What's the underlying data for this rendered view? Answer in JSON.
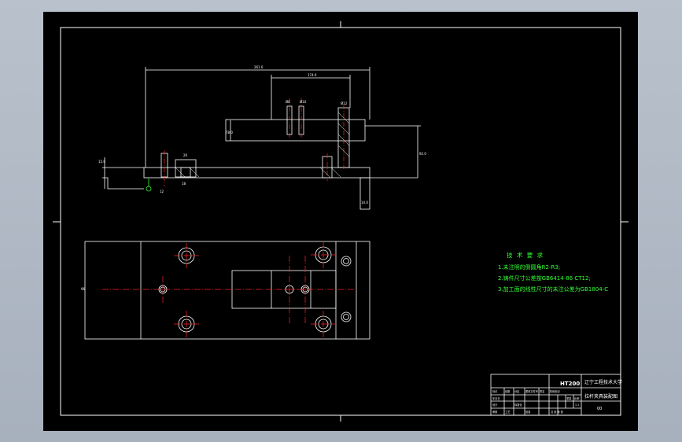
{
  "drawing": {
    "background": "#000000",
    "line_color": "#ffffff",
    "center_color": "#ff2222",
    "note_color": "#33ff33",
    "dims": {
      "overall_width": "261.0",
      "inner_width": "174.0",
      "left_height": "78.0",
      "right_height": "92.0",
      "hole_d1": "Ø8",
      "hole_d2": "Ø10",
      "plate_t": "15.0",
      "base_h": "20",
      "small_a": "12",
      "small_b": "18",
      "small_c": "Ø12",
      "leg": "14.0",
      "plan_h": "96"
    }
  },
  "notes": {
    "title": "技 术 要 求",
    "items": [
      "1.未注明的倒圆角R2-R3;",
      "2.铸件尺寸公差按GB6414-86 CT12;",
      "3.加工面的线性尺寸的未注公差为GB1804-C"
    ]
  },
  "title_block": {
    "material": "HT200",
    "school": "辽宁工程技术大学",
    "drawing_name": "拉杆夹具装配图",
    "scale": "00",
    "cells": {
      "c1": "标记",
      "c2": "处数",
      "c3": "分区",
      "c4": "更改文件号",
      "c5": "签名",
      "c6": "年月日",
      "c7": "设计",
      "c8": "标准化",
      "c9": "审核",
      "c10": "工艺",
      "c11": "批准",
      "c12": "阶段标记",
      "c13": "重量",
      "c14": "比例",
      "c15": "共 张 第 张",
      "c16": "1:1"
    }
  }
}
